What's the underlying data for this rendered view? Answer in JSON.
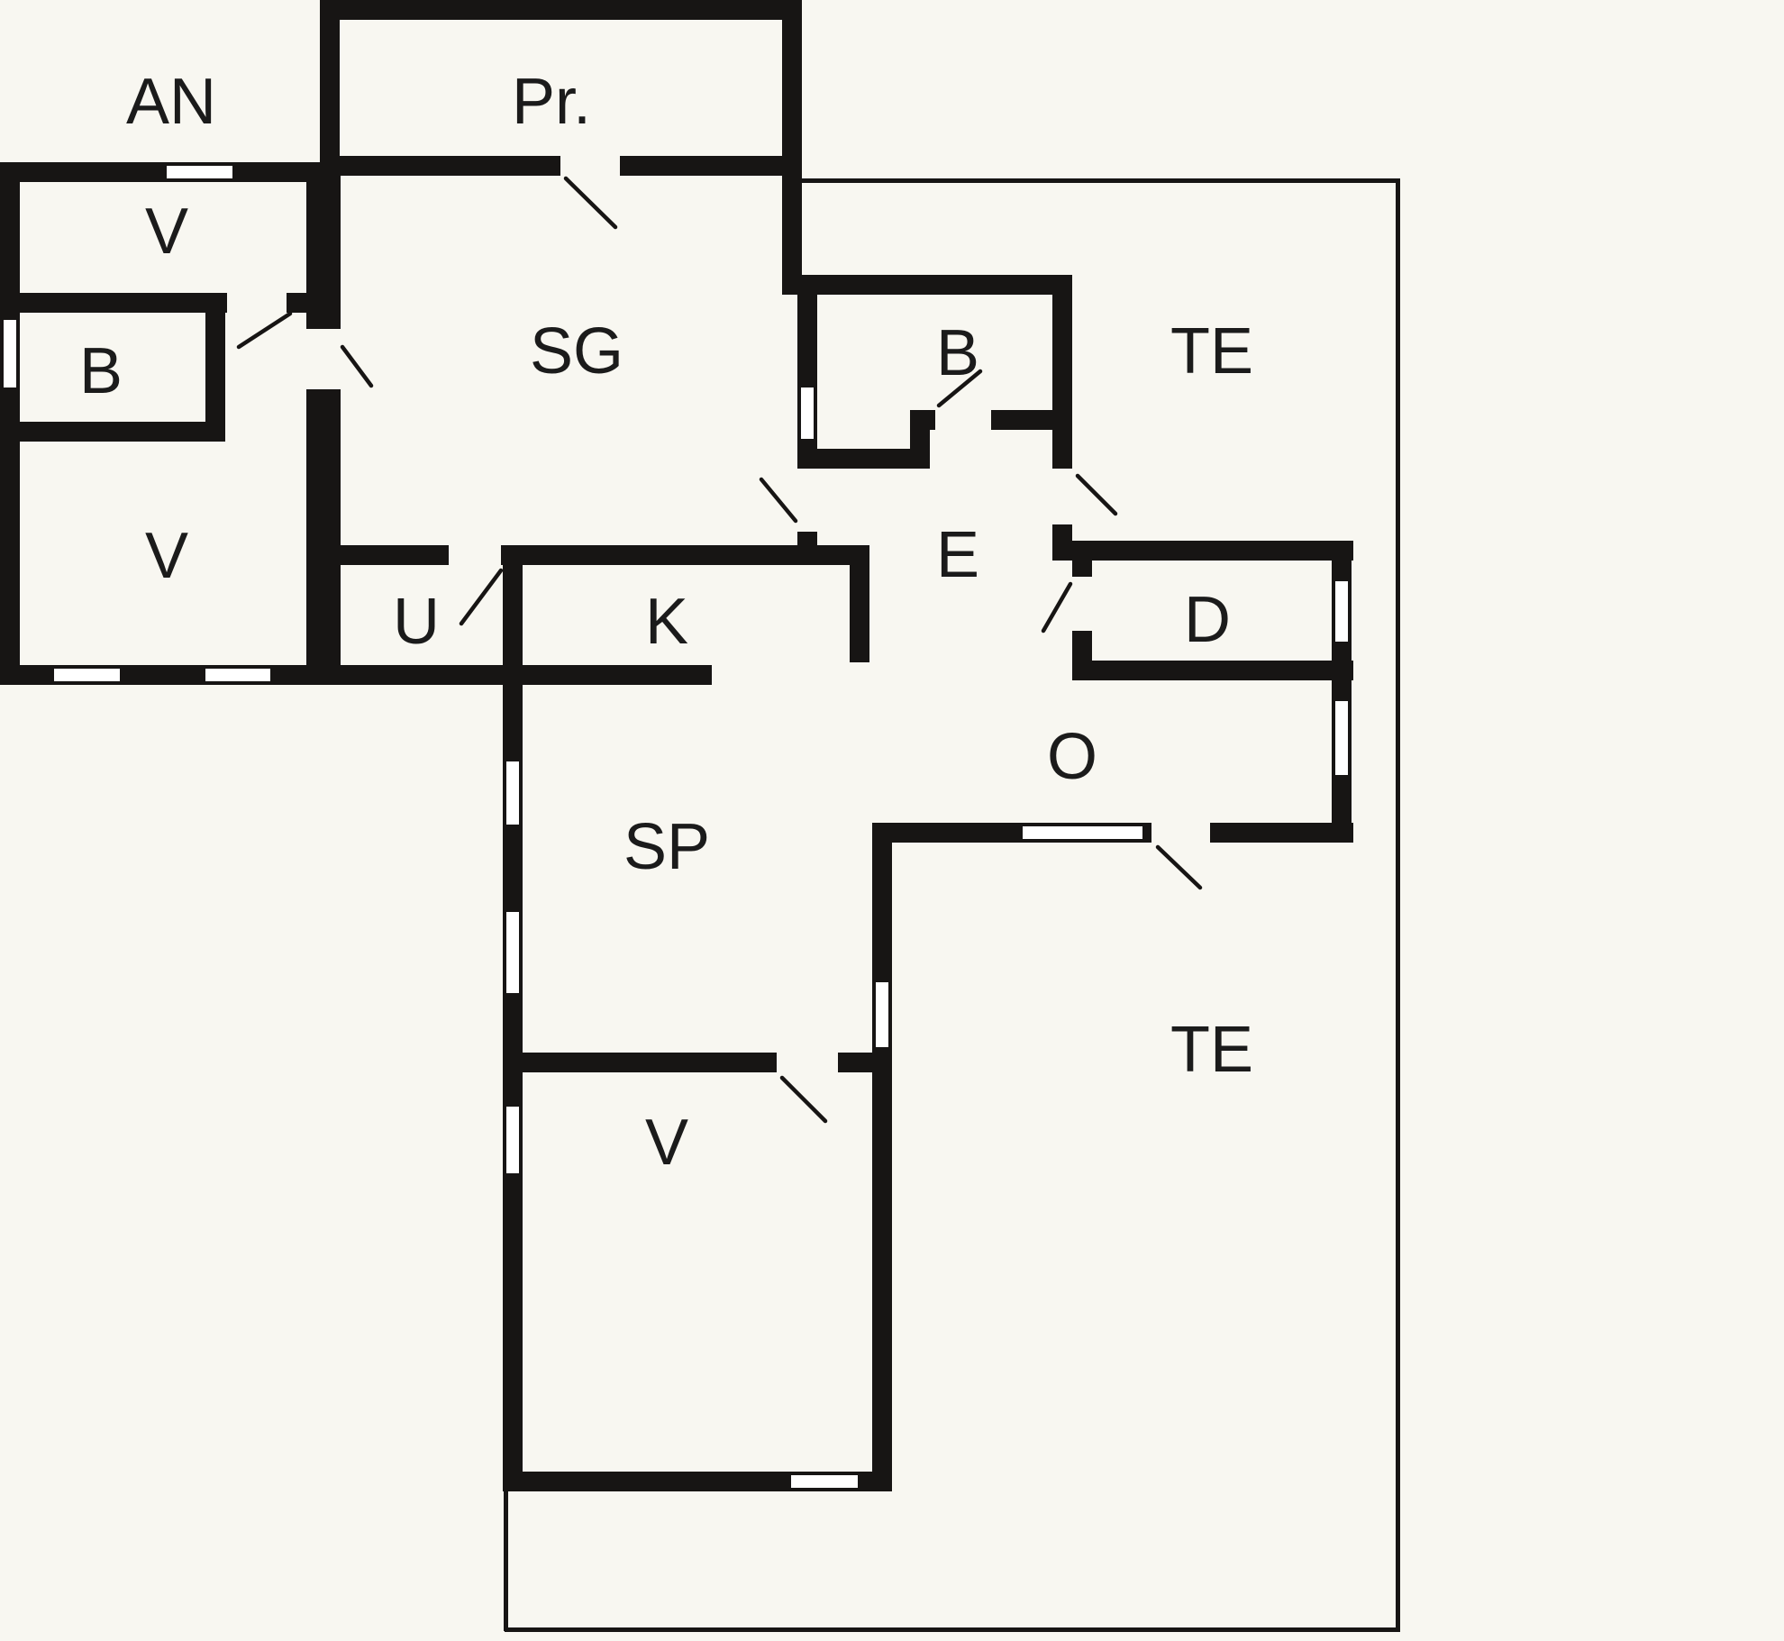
{
  "colors": {
    "background": "#f8f7f1",
    "wall": "#171514",
    "label": "#1b1b1b",
    "window_fill": "#ffffff"
  },
  "rooms": {
    "an": {
      "label": "AN"
    },
    "pr": {
      "label": "Pr."
    },
    "v_top": {
      "label": "V"
    },
    "b_annex": {
      "label": "B"
    },
    "v_mid": {
      "label": "V"
    },
    "sg": {
      "label": "SG"
    },
    "b_main": {
      "label": "B"
    },
    "te_upper": {
      "label": "TE"
    },
    "e": {
      "label": "E"
    },
    "u": {
      "label": "U"
    },
    "k": {
      "label": "K"
    },
    "d": {
      "label": "D"
    },
    "o": {
      "label": "O"
    },
    "sp": {
      "label": "SP"
    },
    "te_lower": {
      "label": "TE"
    },
    "v_lower": {
      "label": "V"
    }
  }
}
